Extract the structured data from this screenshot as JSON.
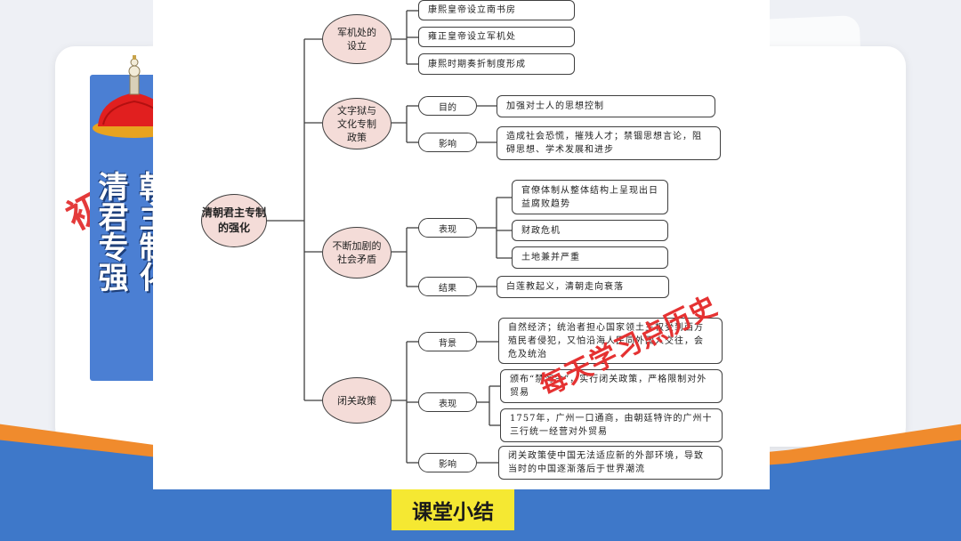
{
  "slide": {
    "banner_col1": "朝主制化",
    "banner_col2": "清君专强",
    "side_char_left": "初",
    "summary_label": "课堂小结"
  },
  "colors": {
    "banner_blue": "#4b7fd3",
    "oval_fill": "#f4dcd8",
    "orange_band": "#f08b2d",
    "blue_band": "#3e78c9",
    "summary_yellow": "#f5e832",
    "watermark_red": "#e53232"
  },
  "mindmap": {
    "root": "清朝君主专制的强化",
    "branches": {
      "junjichu": {
        "label": "军机处的设立",
        "items": [
          "康熙皇帝设立南书房",
          "雍正皇帝设立军机处",
          "康熙时期奏折制度形成"
        ]
      },
      "wenziyu": {
        "label": "文字狱与文化专制政策",
        "mudi_label": "目的",
        "mudi_text": "加强对士人的思想控制",
        "yingxiang_label": "影响",
        "yingxiang_text": "造成社会恐慌，摧残人才；禁锢思想言论，阻碍思想、学术发展和进步"
      },
      "maodun": {
        "label": "不断加剧的社会矛盾",
        "biaoxian_label": "表现",
        "biaoxian_items": [
          "官僚体制从整体结构上呈现出日益腐败趋势",
          "财政危机",
          "土地兼并严重"
        ],
        "jieguo_label": "结果",
        "jieguo_text": "白莲教起义，清朝走向衰落"
      },
      "biguan": {
        "label": "闭关政策",
        "beijing_label": "背景",
        "beijing_text": "自然经济；统治者担心国家领土主权受到西方殖民者侵犯，又怕沿海人民同外国人交往，会危及统治",
        "biaoxian_label": "表现",
        "biaoxian_items": [
          "颁布“禁海令”，实行闭关政策，严格限制对外贸易",
          "1757年，广州一口通商，由朝廷特许的广州十三行统一经营对外贸易"
        ],
        "yingxiang_label": "影响",
        "yingxiang_text": "闭关政策使中国无法适应新的外部环境，导致当时的中国逐渐落后于世界潮流"
      }
    }
  },
  "watermark": "每天学习点历史"
}
